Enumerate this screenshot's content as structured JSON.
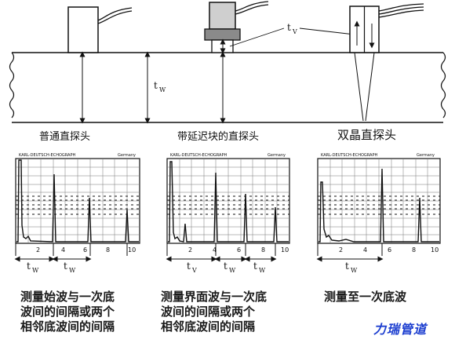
{
  "diagram": {
    "symbols": {
      "t": "t",
      "w": "W",
      "v": "V"
    },
    "probes": [
      {
        "label": "普通直探头"
      },
      {
        "label": "带延迟块的直探头"
      },
      {
        "label": "双晶直探头"
      }
    ],
    "screens": [
      {
        "header_left": "KARL-DEUTSCH-ECHOGRAPH",
        "header_right": "Germany",
        "ticks": [
          "2",
          "4",
          "6",
          "8",
          "10"
        ],
        "caption": [
          "测量始波与一次底",
          "波间的间隔或两个",
          "相邻底波间的间隔"
        ]
      },
      {
        "header_left": "KARL-DEUTSCH-ECHOGRAPH",
        "header_right": "Germany",
        "ticks": [
          "2",
          "4",
          "6",
          "8",
          "10"
        ],
        "caption": [
          "测量界面波与一次底",
          "波间的间隔或两个",
          "相邻底波间的间隔"
        ]
      },
      {
        "header_left": "KARL-DEUTSCH-ECHOGRAPH",
        "header_right": "Germany",
        "ticks": [
          "2",
          "4",
          "6",
          "8",
          "10"
        ],
        "caption": [
          "测量至一次底波"
        ]
      }
    ],
    "brand": "力瑞管道"
  }
}
